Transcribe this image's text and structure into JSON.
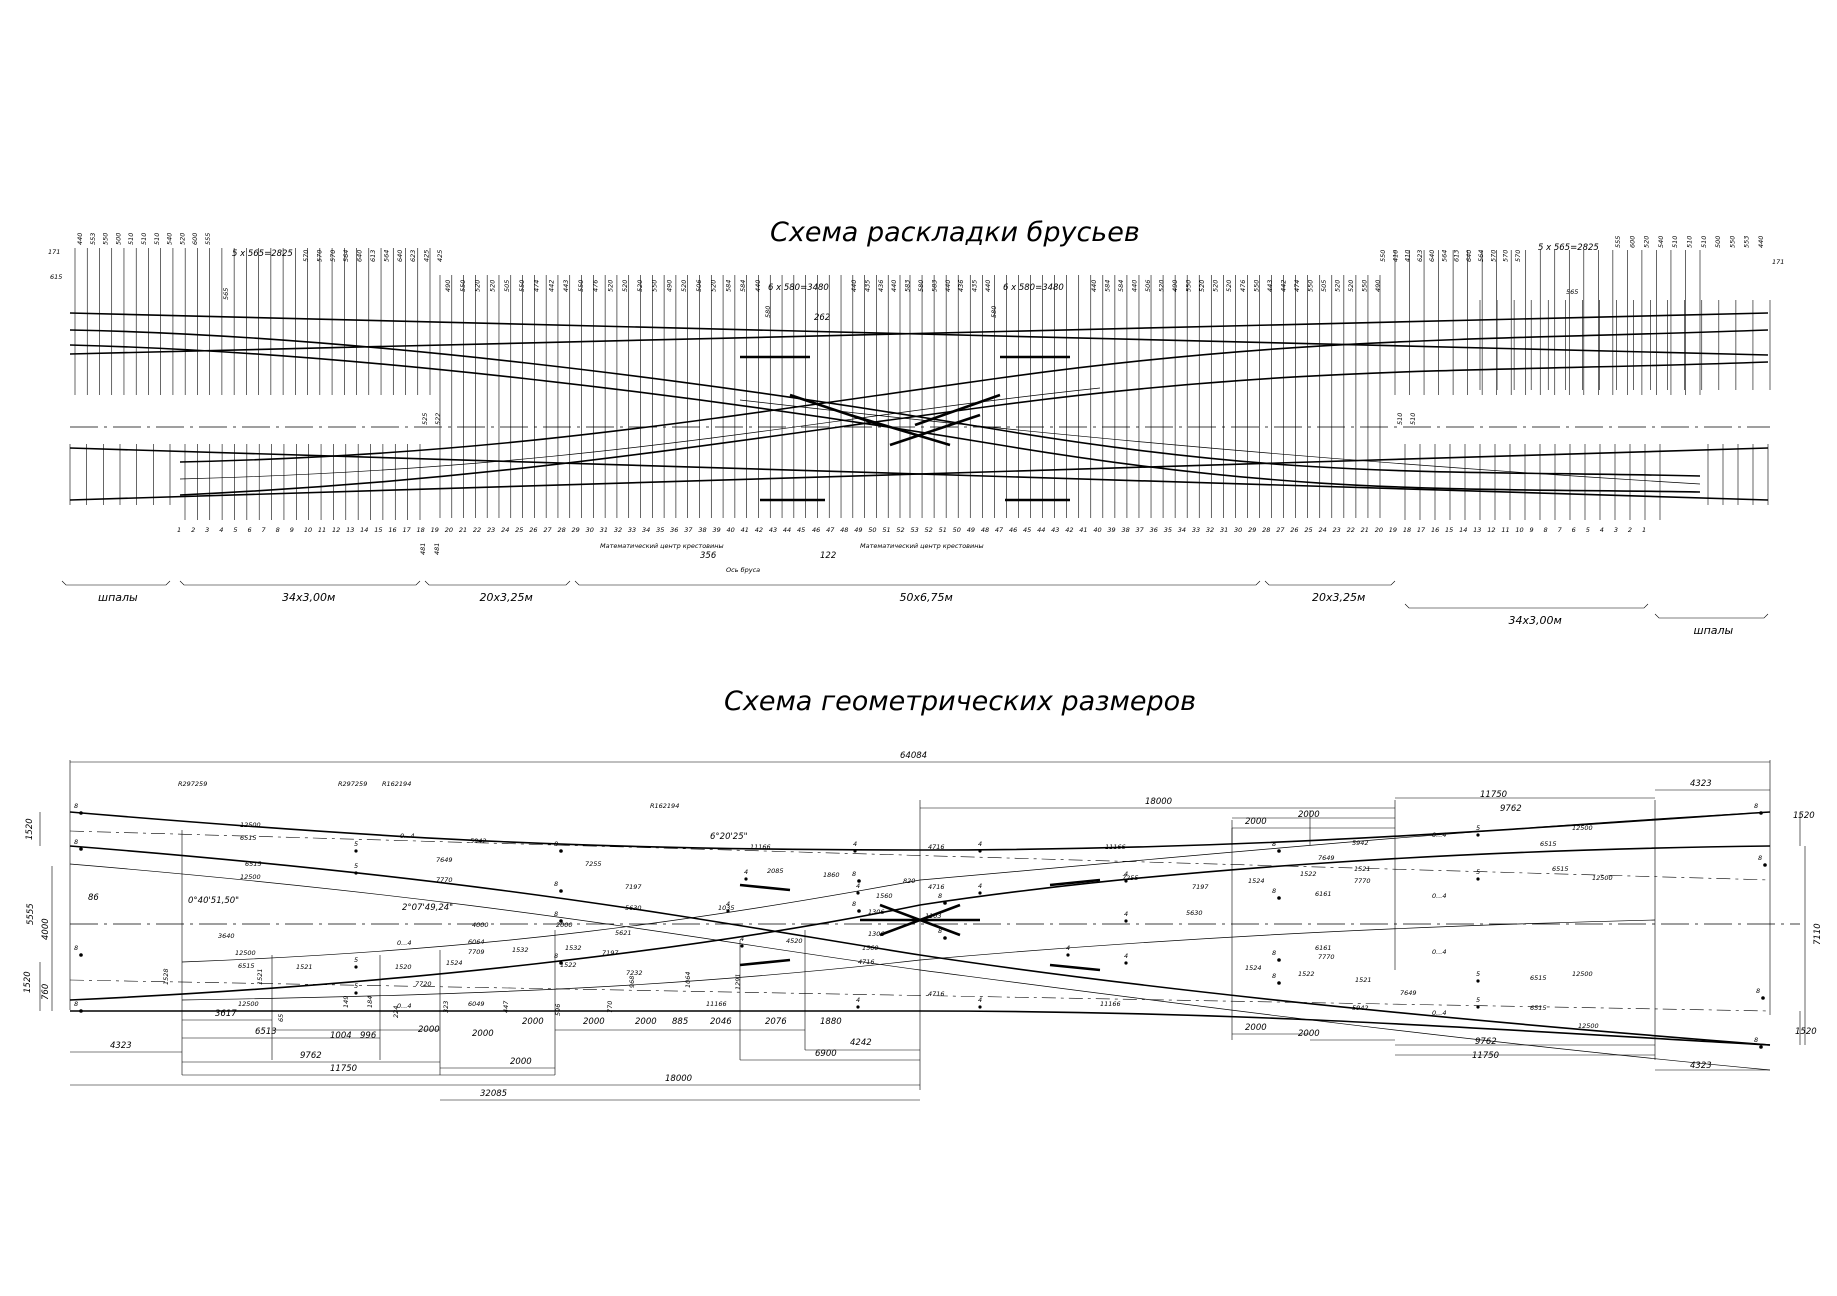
{
  "titles": {
    "ties": "Схема раскладки брусьев",
    "geometry": "Схема геометрических размеров"
  },
  "top": {
    "groups": [
      "шпалы",
      "34х3,00м",
      "20х3,25м",
      "50х6,75м",
      "20х3,25м",
      "34х3,00м",
      "шпалы"
    ],
    "callouts": {
      "spacing_left": "6 x 580=3480",
      "spacing_right": "6 x 580=3480",
      "spacing_5": "5 x 565=2825",
      "spacing_5r": "5 x 565=2825",
      "gap_262": "262",
      "gap_356": "356",
      "gap_122": "122",
      "v580": "580",
      "v580b": "580",
      "math_center_left": "Математический центр крестовины",
      "math_center_right": "Математический центр крестовины",
      "tie_axis": "Ось бруса",
      "d171l": "171",
      "d615": "615",
      "d565": "565",
      "d171r": "171",
      "d565r": "565",
      "d525": "525",
      "d522": "522",
      "d510a": "510",
      "d510b": "510",
      "d481a": "481",
      "d481b": "481"
    },
    "top_numbers_left": [
      "440",
      "553",
      "550",
      "500",
      "510",
      "510",
      "510",
      "540",
      "520",
      "600",
      "555"
    ],
    "top_numbers_mid_left": [
      "570",
      "570",
      "570",
      "564",
      "640",
      "613",
      "564",
      "640",
      "623",
      "425",
      "425"
    ],
    "top_numbers_center_left": [
      "490",
      "550",
      "520",
      "520",
      "505",
      "550",
      "474",
      "442",
      "443",
      "550",
      "476",
      "520",
      "520",
      "520",
      "550",
      "490",
      "520",
      "506",
      "520",
      "584",
      "584",
      "440"
    ],
    "top_numbers_center_right": [
      "440",
      "435",
      "436",
      "440",
      "583",
      "580",
      "583",
      "440",
      "436",
      "435",
      "440"
    ],
    "top_numbers_right_center": [
      "440",
      "584",
      "584",
      "440",
      "506",
      "520",
      "490",
      "550",
      "520",
      "520",
      "520",
      "476",
      "550",
      "443",
      "442",
      "474",
      "550",
      "505",
      "520",
      "520",
      "550",
      "490"
    ],
    "top_numbers_right": [
      "550",
      "410",
      "410",
      "623",
      "640",
      "564",
      "613",
      "640",
      "564",
      "570",
      "570",
      "570"
    ],
    "top_numbers_far_right": [
      "555",
      "600",
      "520",
      "540",
      "510",
      "510",
      "510",
      "500",
      "550",
      "553",
      "440"
    ],
    "tie_numbers_left": [
      "1",
      "2",
      "3",
      "4",
      "5",
      "6",
      "7",
      "8",
      "9",
      "10",
      "11",
      "12",
      "13",
      "14",
      "15",
      "16",
      "17",
      "18",
      "19",
      "20",
      "21",
      "22",
      "23",
      "24",
      "25",
      "26",
      "27",
      "28",
      "29",
      "30",
      "31",
      "32",
      "33",
      "34",
      "35",
      "36",
      "37",
      "38",
      "39",
      "40",
      "41",
      "42",
      "43",
      "44",
      "45"
    ],
    "tie_numbers_right": [
      "46",
      "47",
      "48",
      "49",
      "50",
      "51",
      "52",
      "53",
      "52",
      "51",
      "50",
      "49",
      "48",
      "47",
      "46",
      "45",
      "44",
      "43",
      "42",
      "41",
      "40",
      "39",
      "38",
      "37",
      "36",
      "35",
      "34",
      "33",
      "32",
      "31",
      "30",
      "29",
      "28",
      "27",
      "26",
      "25",
      "24",
      "23",
      "22",
      "21",
      "20",
      "19",
      "18",
      "17",
      "16",
      "15",
      "14",
      "13",
      "12",
      "11",
      "10",
      "9",
      "8",
      "7",
      "6",
      "5",
      "4",
      "3",
      "2",
      "1"
    ]
  },
  "bottom": {
    "overall": "64084",
    "top_dims": {
      "d18000": "18000",
      "d11750": "11750",
      "d9762": "9762",
      "d4323": "4323",
      "d2000a": "2000",
      "d2000b": "2000"
    },
    "bottom_dims": {
      "d3617": "3617",
      "d6513": "6513",
      "d9762": "9762",
      "d11750": "11750",
      "d4323": "4323",
      "d32085": "32085",
      "d18000": "18000",
      "d2000": "2000",
      "d6900": "6900",
      "d4242": "4242",
      "d1880": "1880",
      "d2076": "2076",
      "d2046": "2046",
      "d885": "885",
      "d1004": "1004",
      "d996": "996",
      "d2000a": "2000",
      "d2000b": "2000",
      "d2000c": "2000",
      "d2000d": "2000",
      "d2000e": "2000",
      "r9762": "9762",
      "r11750": "11750",
      "r4323": "4323",
      "r2000a": "2000",
      "r2000b": "2000"
    },
    "side_dims": {
      "d1520a": "1520",
      "d1520b": "1520",
      "d5555": "5555",
      "d4000": "4000",
      "d760": "760",
      "d1520c": "1520",
      "d1520d": "1520",
      "d7110": "7110",
      "d86": "86"
    },
    "radii": {
      "r1": "R297259",
      "r2": "R297259",
      "r3": "R162194",
      "r4": "R162194"
    },
    "angles": {
      "a1": "6°20'25\"",
      "a2": "0°40'51,50\"",
      "a3": "2°07'49,24\""
    },
    "labels": {
      "l12500a": "12500",
      "l6515a": "6515",
      "l6515b": "6515",
      "l12500b": "12500",
      "l5942": "5942",
      "l7649": "7649",
      "l7770": "7770",
      "l5630": "5630",
      "l7197": "7197",
      "l7255": "7255",
      "l11166a": "11166",
      "l11166b": "11166",
      "l11166c": "11166",
      "l11166d": "11166",
      "l4716a": "4716",
      "l4716b": "4716",
      "l4716c": "4716",
      "l4716d": "4716",
      "l2085": "2085",
      "l1860": "1860",
      "l820": "820",
      "l1560a": "1560",
      "l1560b": "1560",
      "l1306a": "1306",
      "l1306b": "1306",
      "l1103": "1103",
      "l1035": "1035",
      "l4520": "4520",
      "l4000": "4000",
      "l2000": "2000",
      "l6064": "6064",
      "l7709": "7709",
      "l5621": "5621",
      "l1532a": "1532",
      "l1532b": "1532",
      "l7197b": "7197",
      "l1522": "1522",
      "l7232": "7232",
      "l1524": "1524",
      "l1520": "1520",
      "l7720": "7720",
      "l6049": "6049",
      "l3640": "3640",
      "l12500c": "12500",
      "l6515c": "6515",
      "l12500d": "12500",
      "l1528": "1528",
      "l1521": "1521",
      "l6161": "6161",
      "l0_4": "0...4",
      "l0_4b": "0...4",
      "l0_4c": "0...4",
      "v149": "149",
      "v184": "184",
      "v224": "224",
      "v323": "323",
      "v447": "447",
      "v596": "596",
      "v770": "770",
      "v968": "968",
      "v1064": "1064",
      "v1291": "1291",
      "v65": "65",
      "r12500a": "12500",
      "r6515a": "6515",
      "r6515b": "6515",
      "r12500b": "12500",
      "r5942": "5942",
      "r7649": "7649",
      "r7770": "7770",
      "r1522": "1522",
      "r1521": "1521",
      "r1524": "1524",
      "r6161": "6161",
      "r5630": "5630",
      "r7197": "7197",
      "r7255": "7255",
      "r0_4a": "0...4",
      "r0_4b": "0...4",
      "rb12500a": "12500",
      "rb6515a": "6515",
      "rb6515b": "6515",
      "rb12500b": "12500",
      "rb5942": "5942",
      "rb7649": "7649",
      "rb7770": "7770",
      "rb1522": "1522",
      "rb1521": "1521",
      "rb1524": "1524",
      "rb6161": "6161",
      "rb0_4a": "0...4",
      "rb0_4b": "0...4",
      "n8": "8",
      "n5": "5",
      "n4": "4"
    }
  }
}
